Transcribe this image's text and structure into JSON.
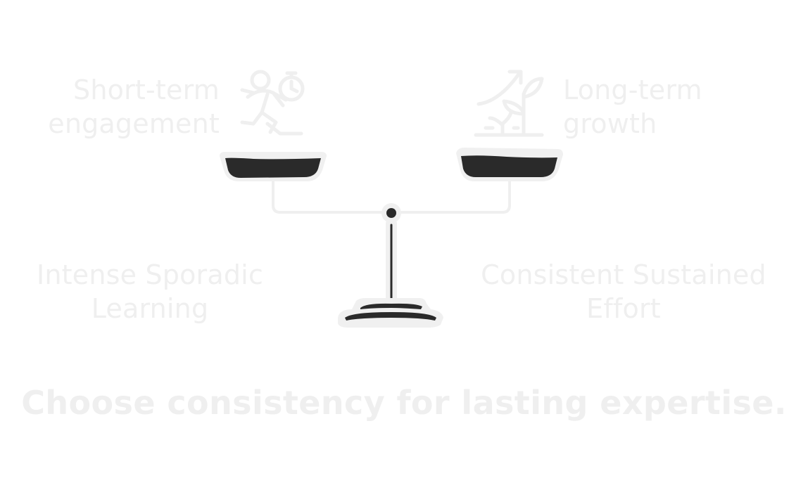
{
  "labels": {
    "short_term_line1": "Short-term",
    "short_term_line2": "engagement",
    "long_term_line1": "Long-term",
    "long_term_line2": "growth",
    "intense_line1": "Intense Sporadic",
    "intense_line2": "Learning",
    "consistent_line1": "Consistent Sustained",
    "consistent_line2": "Effort"
  },
  "tagline": "Choose consistency for lasting expertise.",
  "icons": {
    "left": "running-person-stopwatch-icon",
    "right": "growing-plant-arrow-icon"
  },
  "colors": {
    "background": "#ffffff",
    "faint_text": "#efefef",
    "ink": "#2a2a2a",
    "halo": "#f0f0f0"
  }
}
